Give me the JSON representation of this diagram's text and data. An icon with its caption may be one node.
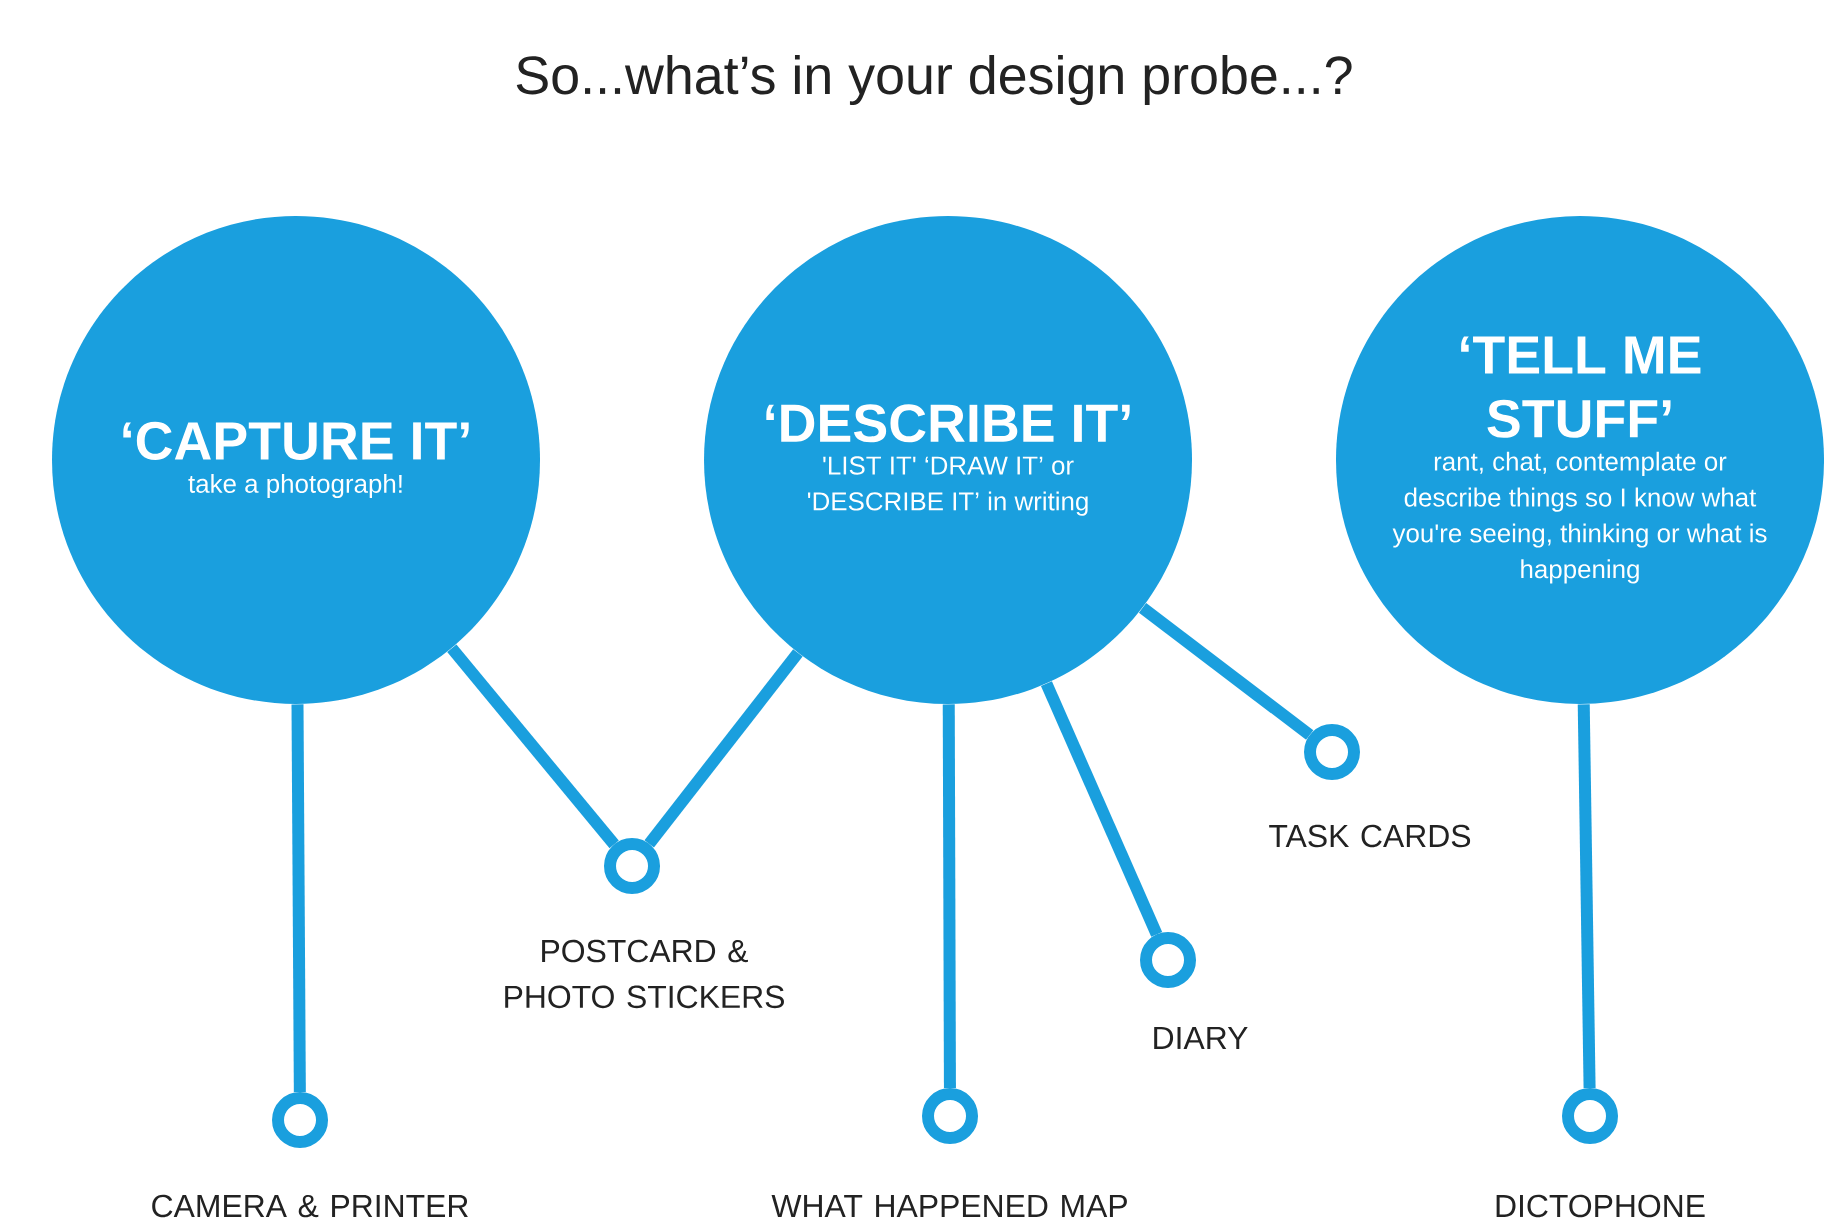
{
  "diagram": {
    "title": "So...what’s in your design probe...?",
    "nodes": [
      {
        "text": [
          "‘CAPTURE IT’",
          "take a photograph!"
        ]
      },
      {
        "text": [
          "‘DESCRIBE IT’",
          "'LIST IT' ‘DRAW IT’ or 'DESCRIBE IT’ in writing"
        ]
      },
      {
        "text": [
          "‘TELL ME STUFF’",
          "rant, chat, contemplate or describe things so I know what you're seeing, thinking or what is happening"
        ]
      },
      {
        "text": [],
        "shape": "circle",
        "beside": [
          "CAMERA & PRINTER"
        ]
      },
      {
        "text": [],
        "shape": "circle",
        "beside": [
          "POSTCARD & PHOTO STICKERS"
        ]
      },
      {
        "text": [],
        "shape": "circle",
        "beside": [
          "WHAT HAPPENED MAP"
        ]
      },
      {
        "text": [],
        "shape": "circle",
        "beside": [
          "DIARY"
        ]
      },
      {
        "text": [],
        "shape": "circle",
        "beside": [
          "TASK CARDS"
        ]
      },
      {
        "text": [],
        "shape": "circle",
        "beside": [
          "DICTOPHONE"
        ]
      }
    ],
    "edges": [
      {
        "from": 0,
        "to": 3,
        "arrow": "none"
      },
      {
        "from": 0,
        "to": 4,
        "arrow": "none"
      },
      {
        "from": 1,
        "to": 4,
        "arrow": "none"
      },
      {
        "from": 1,
        "to": 5,
        "arrow": "none"
      },
      {
        "from": 1,
        "to": 6,
        "arrow": "none"
      },
      {
        "from": 1,
        "to": 7,
        "arrow": "none"
      },
      {
        "from": 2,
        "to": 8,
        "arrow": "none"
      }
    ]
  }
}
